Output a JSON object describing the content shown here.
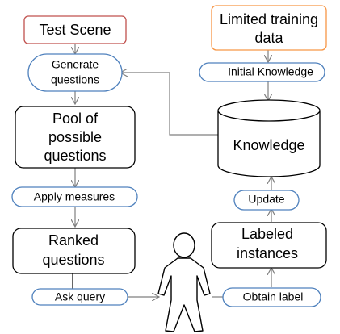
{
  "nodes": {
    "test_scene": "Test Scene",
    "generate_questions": [
      "Generate",
      "questions"
    ],
    "pool": [
      "Pool of",
      "possible",
      "questions"
    ],
    "apply_measures": "Apply measures",
    "ranked": [
      "Ranked",
      "questions"
    ],
    "ask_query": "Ask query",
    "limited_data": [
      "Limited training",
      "data"
    ],
    "initial_knowledge": "Initial Knowledge",
    "knowledge": "Knowledge",
    "update": "Update",
    "labeled": [
      "Labeled",
      "instances"
    ],
    "obtain_label": "Obtain label"
  },
  "colors": {
    "test_scene_border": "#c0504d",
    "limited_data_border": "#f79646",
    "ellipse_border": "#4f81bd",
    "box_border": "#000000",
    "arrow": "#7f7f7f"
  }
}
